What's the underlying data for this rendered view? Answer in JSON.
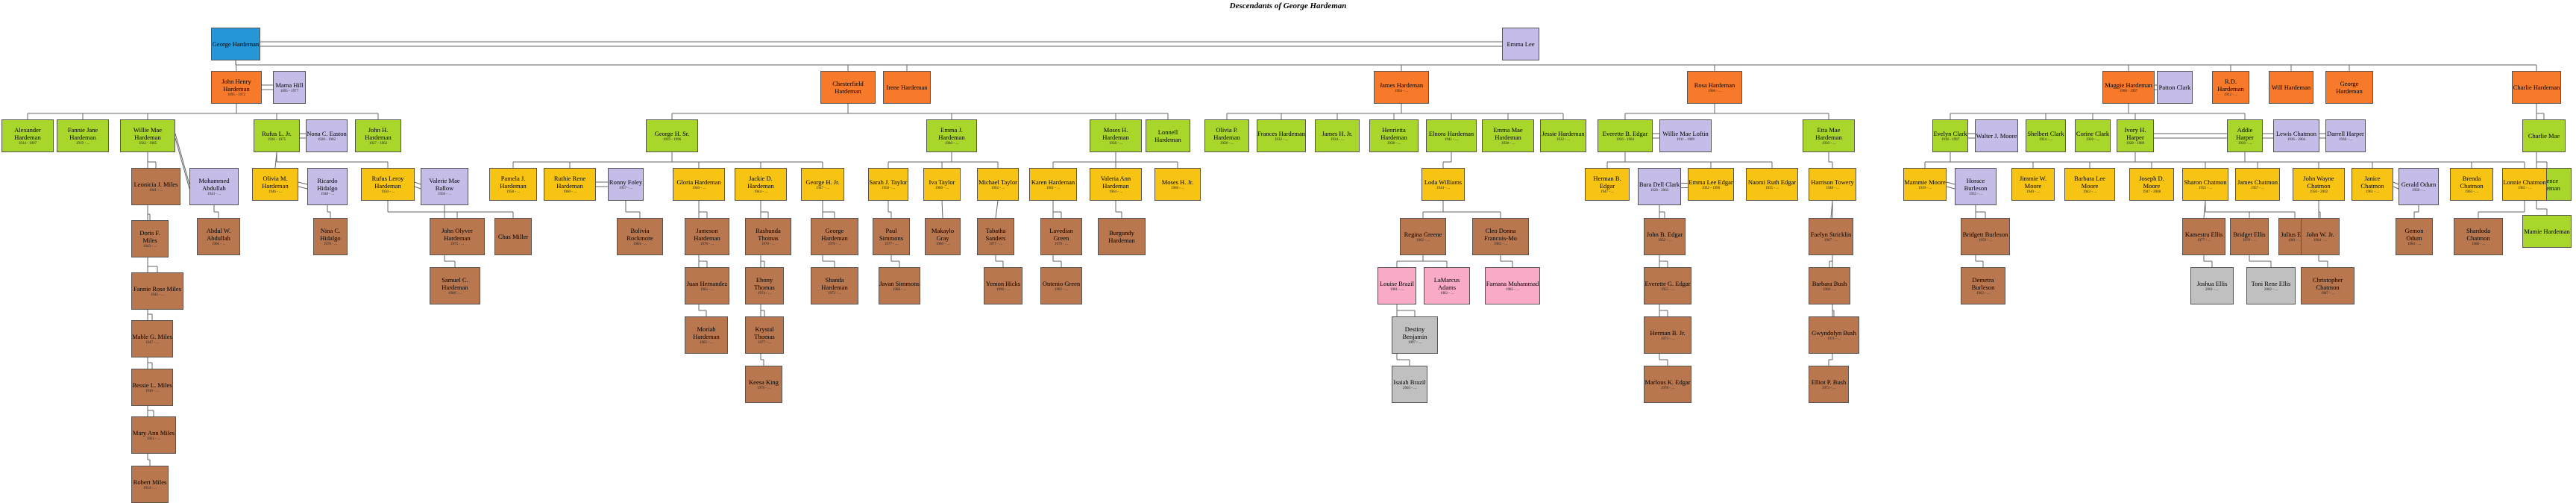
{
  "title": "Descendants of George Hardeman",
  "people": [
    {
      "id": "george",
      "name": "George Hardeman",
      "dates": "",
      "gen": 0
    },
    {
      "id": "emma",
      "name": "Emma Lee",
      "dates": "",
      "gen": "sp"
    },
    {
      "id": "johnhenry",
      "name": "John Henry Hardeman",
      "dates": "1895 - 1972",
      "gen": 1
    },
    {
      "id": "mamahill",
      "name": "Mama Hill",
      "dates": "1895 - 1977",
      "gen": "sp"
    },
    {
      "id": "chesterfield",
      "name": "Chesterfield Hardeman",
      "dates": "",
      "gen": 1
    },
    {
      "id": "irene",
      "name": "Irene Hardeman",
      "dates": "",
      "gen": 1
    },
    {
      "id": "james",
      "name": "James Hardeman",
      "dates": "1904 - ...",
      "gen": 1
    },
    {
      "id": "rosa",
      "name": "Rosa Hardeman",
      "dates": "1906 - ...",
      "gen": 1
    },
    {
      "id": "maggie",
      "name": "Maggie Hardeman",
      "dates": "1908 - 1997",
      "gen": 1
    },
    {
      "id": "patton",
      "name": "Patton Clark",
      "dates": "",
      "gen": "sp"
    },
    {
      "id": "rd",
      "name": "R.D. Hardeman",
      "dates": "1912 - ...",
      "gen": 1
    },
    {
      "id": "will",
      "name": "Will Hardeman",
      "dates": "",
      "gen": 1
    },
    {
      "id": "georgeh",
      "name": "George Hardeman",
      "dates": "",
      "gen": 1
    },
    {
      "id": "charlie",
      "name": "Charlie Hardeman",
      "dates": "",
      "gen": 1
    },
    {
      "id": "alexander",
      "name": "Alexander Hardeman",
      "dates": "1914 - 1997",
      "gen": 2
    },
    {
      "id": "fannie",
      "name": "Fannie Jane Hardeman",
      "dates": "1919 - ...",
      "gen": 2
    },
    {
      "id": "williemae",
      "name": "Willie Mae Hardeman",
      "dates": "1922 - 1985",
      "gen": 2
    },
    {
      "id": "rufusl",
      "name": "Rufus L. Jr.",
      "dates": "1926 - 1975",
      "gen": 2
    },
    {
      "id": "nonac",
      "name": "Nona C. Easton",
      "dates": "1928 - 1982",
      "gen": "sp"
    },
    {
      "id": "johnh",
      "name": "John H. Hardeman",
      "dates": "1927 - 1962",
      "gen": 2
    },
    {
      "id": "georgehsr",
      "name": "George H. Sr.",
      "dates": "1919 - 1996",
      "gen": 2
    },
    {
      "id": "emmaj",
      "name": "Emma J. Hardeman",
      "dates": "1940 - ...",
      "gen": 2
    },
    {
      "id": "mosesh",
      "name": "Moses H. Hardeman",
      "dates": "1938 - ...",
      "gen": 2
    },
    {
      "id": "lonnell",
      "name": "Lonnell Hardeman",
      "dates": "",
      "gen": 2
    },
    {
      "id": "oliviap",
      "name": "Olivia P. Hardeman",
      "dates": "1928 - ...",
      "gen": 2
    },
    {
      "id": "frances",
      "name": "Frances Hardeman",
      "dates": "1932 - ...",
      "gen": 2
    },
    {
      "id": "jamesh",
      "name": "James H. Jr.",
      "dates": "1934 - ...",
      "gen": 2
    },
    {
      "id": "henrietta",
      "name": "Henrietta Hardeman",
      "dates": "1938 - ...",
      "gen": 2
    },
    {
      "id": "elnora",
      "name": "Elnora Hardeman",
      "dates": "1941 - ...",
      "gen": 2
    },
    {
      "id": "emmamae",
      "name": "Emma Mae Hardeman",
      "dates": "1938 - ...",
      "gen": 2
    },
    {
      "id": "jessie",
      "name": "Jessie Hardeman",
      "dates": "1932 - ...",
      "gen": 2
    },
    {
      "id": "everette",
      "name": "Everette B. Edgar",
      "dates": "1926 - 1984",
      "gen": 2
    },
    {
      "id": "williemaeloftin",
      "name": "Willie Mae Loftin",
      "dates": "1911 - 1989",
      "gen": "sp"
    },
    {
      "id": "ettamae",
      "name": "Etta Mae Hardeman",
      "dates": "1930 - ...",
      "gen": 2
    },
    {
      "id": "evelyn",
      "name": "Evelyn Clark",
      "dates": "1918 - 1997",
      "gen": 2
    },
    {
      "id": "walterj",
      "name": "Walter J. Moore",
      "dates": "",
      "gen": "sp"
    },
    {
      "id": "shelbert",
      "name": "Shelbert Clark",
      "dates": "1924 - ...",
      "gen": 2
    },
    {
      "id": "corine",
      "name": "Corine Clark",
      "dates": "1926 - ...",
      "gen": 2
    },
    {
      "id": "ivoryh",
      "name": "Ivory H. Harper",
      "dates": "1928 - 1989",
      "gen": 2
    },
    {
      "id": "addie",
      "name": "Addie Harper",
      "dates": "1936 - ...",
      "gen": 2
    },
    {
      "id": "lewis",
      "name": "Lewis Chatmon",
      "dates": "1936 - 2004",
      "gen": "sp"
    },
    {
      "id": "darrell",
      "name": "Darrell Harper",
      "dates": "1938 - ...",
      "gen": "sp"
    },
    {
      "id": "charliemae",
      "name": "Charlie Mae",
      "dates": "",
      "gen": 2
    },
    {
      "id": "clarence",
      "name": "Clarence Hardeman",
      "dates": "",
      "gen": 2
    },
    {
      "id": "mamie",
      "name": "Mamie Hardeman",
      "dates": "",
      "gen": 2
    },
    {
      "id": "leoniciaj",
      "name": "Leonicia J. Miles",
      "dates": "1941 - ...",
      "gen": 4
    },
    {
      "id": "dorisf",
      "name": "Doris F. Miles",
      "dates": "1943 - ...",
      "gen": 4
    },
    {
      "id": "fannierose",
      "name": "Fannie Rose Miles",
      "dates": "1945 - ...",
      "gen": 4
    },
    {
      "id": "mablebmiles",
      "name": "Mable G. Miles",
      "dates": "1947 - ...",
      "gen": 4
    },
    {
      "id": "bessie",
      "name": "Bessie L. Miles",
      "dates": "1949 - ...",
      "gen": 4
    },
    {
      "id": "maryann",
      "name": "Mary Ann Miles",
      "dates": "1951 - ...",
      "gen": 4
    },
    {
      "id": "robertmiles",
      "name": "Robert Miles",
      "dates": "1954 - ...",
      "gen": 4
    },
    {
      "id": "mohammed",
      "name": "Mohammed Abdullah",
      "dates": "1943 - ...",
      "gen": "sp"
    },
    {
      "id": "abdulw",
      "name": "Abdul W. Abdullah",
      "dates": "1966 - ...",
      "gen": 4
    },
    {
      "id": "oliviam",
      "name": "Olivia M. Hardeman",
      "dates": "1946 - ...",
      "gen": 3
    },
    {
      "id": "ricardo",
      "name": "Ricardo Hidalgo",
      "dates": "1948 - ...",
      "gen": "sp"
    },
    {
      "id": "ninac",
      "name": "Nina C. Hidalgo",
      "dates": "1970 - ...",
      "gen": 4
    },
    {
      "id": "rufusleroy",
      "name": "Rufus Leroy Hardeman",
      "dates": "1950 - ...",
      "gen": 3
    },
    {
      "id": "valerie",
      "name": "Valerie Mae Ballow",
      "dates": "1956 - ...",
      "gen": "sp"
    },
    {
      "id": "johnolyver",
      "name": "John Olyver Hardeman",
      "dates": "1975 - ...",
      "gen": 4
    },
    {
      "id": "chasmiller",
      "name": "Chas Miller",
      "dates": "",
      "gen": 4
    },
    {
      "id": "samuelc",
      "name": "Samuel C. Hardeman",
      "dates": "1980 - ...",
      "gen": 4
    },
    {
      "id": "pamelaj",
      "name": "Pamela J. Hardeman",
      "dates": "1958 - ...",
      "gen": 3
    },
    {
      "id": "ruthierene",
      "name": "Ruthie Rene Hardeman",
      "dates": "1960 - ...",
      "gen": 3
    },
    {
      "id": "ronny",
      "name": "Ronny Foley",
      "dates": "1957 - ...",
      "gen": "sp"
    },
    {
      "id": "bolivia",
      "name": "Bolivia Rockmore",
      "dates": "1984 - ...",
      "gen": 4
    },
    {
      "id": "gloria",
      "name": "Gloria Hardeman",
      "dates": "1940 - ...",
      "gen": 3
    },
    {
      "id": "jackied",
      "name": "Jackie D. Hardeman",
      "dates": "1944 - ...",
      "gen": 3
    },
    {
      "id": "georgehjr",
      "name": "George H. Jr.",
      "dates": "1947 - ...",
      "gen": 3
    },
    {
      "id": "jameson",
      "name": "Jameson Hardeman",
      "dates": "1970 - ...",
      "gen": 4
    },
    {
      "id": "juan",
      "name": "Juan Hernandez",
      "dates": "1983 - ...",
      "gen": 4
    },
    {
      "id": "moriah",
      "name": "Moriah Hardeman",
      "dates": "1985 - ...",
      "gen": 4
    },
    {
      "id": "rashunda",
      "name": "Rashunda Thomas",
      "dates": "1970 - ...",
      "gen": 4
    },
    {
      "id": "ebony",
      "name": "Ebony Thomas",
      "dates": "1974 - ...",
      "gen": 4
    },
    {
      "id": "krystal",
      "name": "Krystal Thomas",
      "dates": "1977 - ...",
      "gen": 4
    },
    {
      "id": "keesa",
      "name": "Keesa King",
      "dates": "1979 - ...",
      "gen": 4
    },
    {
      "id": "georgehard3",
      "name": "George Hardeman",
      "dates": "1970 - ...",
      "gen": 4
    },
    {
      "id": "shanda",
      "name": "Shanda Hardeman",
      "dates": "1973 - ...",
      "gen": 4
    },
    {
      "id": "sarahj",
      "name": "Sarah J. Taylor",
      "dates": "1958 - ...",
      "gen": 3
    },
    {
      "id": "iva",
      "name": "Iva Taylor",
      "dates": "1960 - ...",
      "gen": 3
    },
    {
      "id": "michael",
      "name": "Michael Taylor",
      "dates": "1962 - ...",
      "gen": 3
    },
    {
      "id": "paul",
      "name": "Paul Simmons",
      "dates": "1977 - ...",
      "gen": 4
    },
    {
      "id": "makaylo",
      "name": "Makaylo Gray",
      "dates": "1990 - ...",
      "gen": 4
    },
    {
      "id": "tabatha",
      "name": "Tabatha Sanders",
      "dates": "1977 - ...",
      "gen": 4
    },
    {
      "id": "javan",
      "name": "Javan Simmons",
      "dates": "1988 - ...",
      "gen": 4
    },
    {
      "id": "yemon",
      "name": "Yemon Hicks",
      "dates": "1996 - ...",
      "gen": 4
    },
    {
      "id": "karen",
      "name": "Karen Hardeman",
      "dates": "1961 - ...",
      "gen": 3
    },
    {
      "id": "valeriaann",
      "name": "Valeria Ann Hardeman",
      "dates": "1964 - ...",
      "gen": 3
    },
    {
      "id": "moseshjr",
      "name": "Moses H. Jr.",
      "dates": "1966 - ...",
      "gen": 3
    },
    {
      "id": "lavedian",
      "name": "Lavedian Green",
      "dates": "1979 - ...",
      "gen": 4
    },
    {
      "id": "burgundy",
      "name": "Burgundy Hardeman",
      "dates": "",
      "gen": 4
    },
    {
      "id": "ontenio",
      "name": "Ontenio Green",
      "dates": "1982 - ...",
      "gen": 4
    },
    {
      "id": "loda",
      "name": "Loda Williams",
      "dates": "1944 - ...",
      "gen": 3
    },
    {
      "id": "regina",
      "name": "Regina Greene",
      "dates": "1962 - ...",
      "gen": 4
    },
    {
      "id": "cleodonna",
      "name": "Cleo Donna Francois-Mo",
      "dates": "1965 - ...",
      "gen": 4
    },
    {
      "id": "louise",
      "name": "Louise Brazil",
      "dates": "1981 - ...",
      "gen": 5
    },
    {
      "id": "lamarcus",
      "name": "LaMarcus Adams",
      "dates": "1983 - ...",
      "gen": 5
    },
    {
      "id": "farnana",
      "name": "Farnana Muhammad",
      "dates": "1983 - ...",
      "gen": 5
    },
    {
      "id": "destiny",
      "name": "Destiny Benjamin",
      "dates": "1997 - ...",
      "gen": 6
    },
    {
      "id": "isaiah",
      "name": "Isaiah Brazil",
      "dates": "2003 - ...",
      "gen": 6
    },
    {
      "id": "hermanb",
      "name": "Herman B. Edgar",
      "dates": "1947 - ...",
      "gen": 3
    },
    {
      "id": "bura",
      "name": "Bura Dell Clark",
      "dates": "1928 - 2003",
      "gen": "sp"
    },
    {
      "id": "emmalee",
      "name": "Emma Lee Edgar",
      "dates": "1932 - 1990",
      "gen": 3
    },
    {
      "id": "naomiruth",
      "name": "Naomi Ruth Edgar",
      "dates": "1935 - ...",
      "gen": 3
    },
    {
      "id": "johnbedgar",
      "name": "John B. Edgar",
      "dates": "1952 - ...",
      "gen": 4
    },
    {
      "id": "everetteg",
      "name": "Everette G. Edgar",
      "dates": "1955 - ...",
      "gen": 4
    },
    {
      "id": "hermanbjr",
      "name": "Herman B. Jr.",
      "dates": "1973 - ...",
      "gen": 4
    },
    {
      "id": "marlous",
      "name": "Marlous K. Edgar",
      "dates": "1978 - ...",
      "gen": 4
    },
    {
      "id": "harrison",
      "name": "Harrison Towery",
      "dates": "1948 - ...",
      "gen": 3
    },
    {
      "id": "faelyn",
      "name": "Faelyn Stricklin",
      "dates": "1967 - ...",
      "gen": 4
    },
    {
      "id": "barbarabush",
      "name": "Barbara Bush",
      "dates": "1969 - ...",
      "gen": 4
    },
    {
      "id": "gwyndolyn",
      "name": "Gwyndolyn Bush",
      "dates": "1971 - ...",
      "gen": 4
    },
    {
      "id": "elliotp",
      "name": "Elliot P. Bush",
      "dates": "1973 - ...",
      "gen": 4
    },
    {
      "id": "mammie",
      "name": "Mammie Moore",
      "dates": "1939 - ...",
      "gen": 3
    },
    {
      "id": "horace",
      "name": "Horace Burleson",
      "dates": "1935 - ...",
      "gen": "sp"
    },
    {
      "id": "jimmiew",
      "name": "Jimmie W. Moore",
      "dates": "1940 - ...",
      "gen": 3
    },
    {
      "id": "barbaralee",
      "name": "Barbara Lee Moore",
      "dates": "1943 - ...",
      "gen": 3
    },
    {
      "id": "josephd",
      "name": "Joseph D. Moore",
      "dates": "1947 - 2008",
      "gen": 3
    },
    {
      "id": "bridgett",
      "name": "Bridgett Burleson",
      "dates": "1959 - ...",
      "gen": 4
    },
    {
      "id": "demetra",
      "name": "Demetra Burleson",
      "dates": "1963 - ...",
      "gen": 4
    },
    {
      "id": "sharon",
      "name": "Sharon Chatmon",
      "dates": "1955 - ...",
      "gen": 3
    },
    {
      "id": "jameschatmon",
      "name": "James Chatmon",
      "dates": "1957 - ...",
      "gen": 3
    },
    {
      "id": "kamestra",
      "name": "Kamestra Ellis",
      "dates": "1977 - ...",
      "gen": 4
    },
    {
      "id": "bridgetellis",
      "name": "Bridget Ellis",
      "dates": "1979 - ...",
      "gen": 4
    },
    {
      "id": "julius",
      "name": "Julius Ellis",
      "dates": "1981 - ...",
      "gen": 4
    },
    {
      "id": "joshua",
      "name": "Joshua Ellis",
      "dates": "2001 - ...",
      "gen": 6
    },
    {
      "id": "tonirene",
      "name": "Toni Rene Ellis",
      "dates": "2002 - ...",
      "gen": 6
    },
    {
      "id": "johnwayne",
      "name": "John Wayne Chatmon",
      "dates": "1958 - 2002",
      "gen": 3
    },
    {
      "id": "janice",
      "name": "Janice Chatmon",
      "dates": "1961 - ...",
      "gen": 3
    },
    {
      "id": "gerald",
      "name": "Gerald Odum",
      "dates": "1958 - ...",
      "gen": "sp"
    },
    {
      "id": "brenda",
      "name": "Brenda Chatmon",
      "dates": "1963 - ...",
      "gen": 3
    },
    {
      "id": "lonnie",
      "name": "Lonnie Chatmon",
      "dates": "1965 - ...",
      "gen": 3
    },
    {
      "id": "johnwjr",
      "name": "John W. Jr.",
      "dates": "1984 - ...",
      "gen": 4
    },
    {
      "id": "christopher",
      "name": "Christopher Chatmon",
      "dates": "1987 - ...",
      "gen": 4
    },
    {
      "id": "gemon",
      "name": "Gemon Odum",
      "dates": "1984 - ...",
      "gen": 4
    },
    {
      "id": "shardoda",
      "name": "Shardoda Chatmon",
      "dates": "1988 - ...",
      "gen": 4
    }
  ]
}
